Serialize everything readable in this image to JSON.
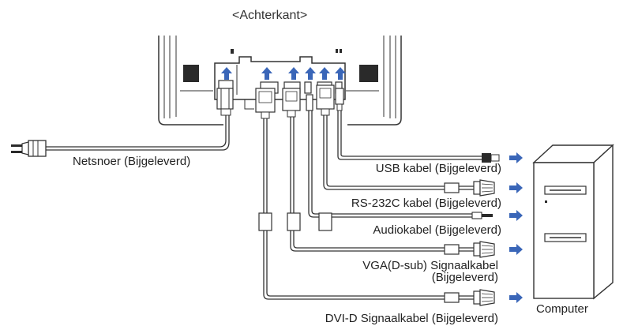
{
  "title": "<Achterkant>",
  "cables": {
    "power": "Netsnoer (Bijgeleverd)",
    "usb": "USB kabel (Bijgeleverd)",
    "rs232c": "RS-232C kabel (Bijgeleverd)",
    "audio": "Audiokabel (Bijgeleverd)",
    "vga_line1": "VGA(D-sub) Signaalkabel",
    "vga_line2": "(Bijgeleverd)",
    "dvi": "DVI-D Signaalkabel (Bijgeleverd)"
  },
  "computer_label": "Computer",
  "colors": {
    "arrow": "#3a66b8",
    "line": "#333333",
    "fill_dark": "#2a2a2a",
    "fill_light": "#e8e8e8"
  },
  "icons": [
    "power-plug-icon",
    "usb-plug-icon",
    "dsub-connector-icon",
    "audio-jack-icon",
    "computer-tower-icon",
    "arrow-up-icon",
    "arrow-right-icon"
  ]
}
